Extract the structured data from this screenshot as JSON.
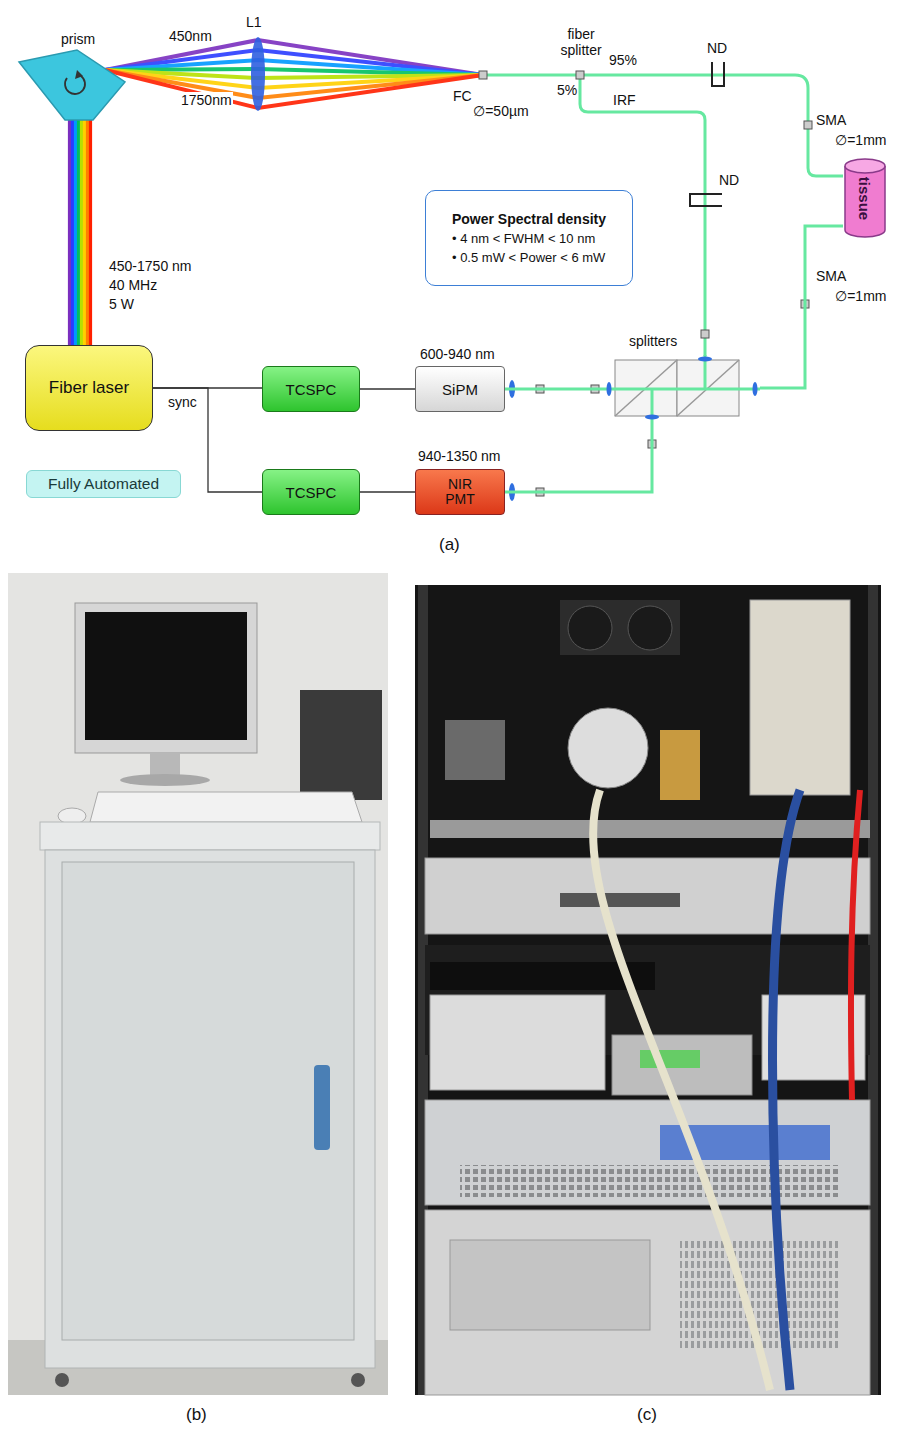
{
  "diagram": {
    "nodes": [
      {
        "text": [
          "prism"
        ]
      },
      {
        "text": [
          "Fiber laser"
        ]
      },
      {
        "text": [
          "TCSPC"
        ]
      },
      {
        "text": [
          "600-940 nm",
          "SiPM"
        ]
      },
      {
        "text": [
          "TCSPC"
        ]
      },
      {
        "text": [
          "940-1350 nm",
          "NIR PMT"
        ]
      },
      {
        "text": [
          "Power Spectral density",
          "• 4 nm < FWHM < 10 nm",
          "• 0.5 mW < Power < 6 mW"
        ]
      },
      {
        "text": [
          "tissue"
        ]
      },
      {
        "text": [
          "splitters"
        ]
      },
      {
        "text": [
          "Fully Automated"
        ]
      }
    ],
    "edges": [
      {
        "from": 1,
        "to": 0,
        "arrow": "none"
      },
      {
        "from": 1,
        "to": 2,
        "label": "sync",
        "arrow": "none"
      },
      {
        "from": 1,
        "to": 4,
        "arrow": "none"
      },
      {
        "from": 2,
        "to": 3,
        "arrow": "none"
      },
      {
        "from": 4,
        "to": 5,
        "arrow": "none"
      },
      {
        "from": 7,
        "to": 8,
        "arrow": "none"
      },
      {
        "from": 8,
        "to": 3,
        "arrow": "none"
      },
      {
        "from": 8,
        "to": 5,
        "arrow": "none"
      }
    ],
    "labels": [
      "450nm",
      "1750nm",
      "L1",
      "FC",
      "∅=50µm",
      "fiber splitter",
      "95%",
      "5%",
      "ND",
      "IRF",
      "ND",
      "SMA",
      "∅=1mm",
      "SMA",
      "∅=1mm",
      "450-1750 nm",
      "40 MHz",
      "5 W",
      "(a)",
      "(b)",
      "(c)"
    ]
  }
}
